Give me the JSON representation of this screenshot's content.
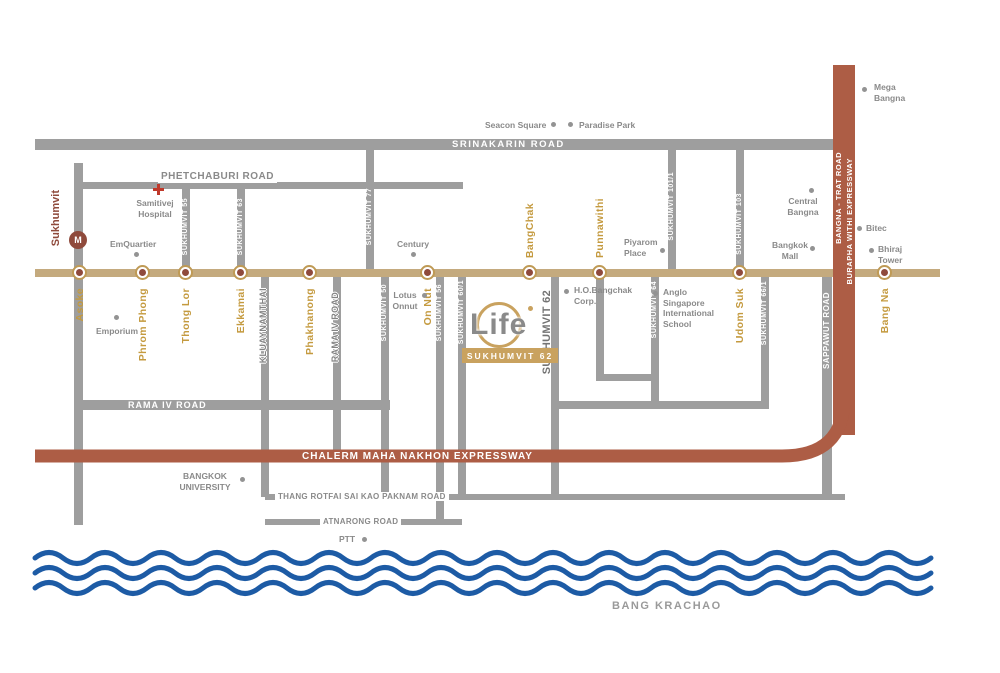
{
  "logo": {
    "name": "Life",
    "subtitle": "SUKHUMVIT 62"
  },
  "line": {
    "name": "Sukhumvit",
    "mrt_letter": "M",
    "stations": [
      "Asoke",
      "Phrom Phong",
      "Thong Lor",
      "Ekkamai",
      "Phakhanong",
      "On Nut",
      "BangChak",
      "Punnawithi",
      "Udom Suk",
      "Bang Na"
    ]
  },
  "roads": {
    "srinakarin": "SRINAKARIN ROAD",
    "phetchaburi": "PHETCHABURI ROAD",
    "sukhumvit_55": "SUKHUMVIT 55",
    "sukhumvit_63": "SUKHUMVIT 63",
    "sukhumvit_77": "SUKHUMVIT 77",
    "sukhumvit_101_1": "SUKHUMVIT 101/1",
    "sukhumvit_103": "SUKHUMVIT 103",
    "sukhumvit_50": "SUKHUMVIT 50",
    "sukhumvit_56": "SUKHUMVIT 56",
    "sukhumvit_60_1": "SUKHUMVIT 60/1",
    "sukhumvit_62": "SUKHUMVIT 62",
    "sukhumvit_64": "SUKHUMVIT 64",
    "sukhumvit_66_1": "SUKHUMVIT 66/1",
    "kluaynamthai": "KLUAYNAMTHAI",
    "rama_iv_vertical": "RAMA IV ROAD",
    "rama_iv": "RAMA IV ROAD",
    "sappawut": "SAPPAWUT ROAD",
    "bangna_trat": "BANGNA - TRAT ROAD",
    "burapha_withi": "BURAPHA WITHI EXPRESSWAY",
    "chalerm": "CHALERM MAHA NAKHON EXPRESSWAY",
    "thang_rotfai": "THANG ROTFAI SAI KAO PAKNAM ROAD",
    "atnarong": "ATNARONG ROAD"
  },
  "pois": {
    "mega_bangna": "Mega\nBangna",
    "seacon_square": "Seacon Square",
    "paradise_park": "Paradise Park",
    "samitivej": "Samitivej\nHospital",
    "emquartier": "EmQuartier",
    "emporium": "Emporium",
    "century": "Century",
    "lotus_onnut": "Lotus\nOnnut",
    "ho_bangchak": "H.O.Bangchak\nCorp.",
    "anglo_school": "Anglo\nSingapore\nInternational\nSchool",
    "piyarom": "Piyarom\nPlace",
    "central_bangna": "Central\nBangna",
    "bangkok_mall": "Bangkok\nMall",
    "bitec": "Bitec",
    "bhiraj_tower": "Bhiraj\nTower",
    "bangkok_university": "BANGKOK\nUNIVERSITY",
    "ptt": "PTT"
  },
  "labels": {
    "bang_krachao": "BANG KRACHAO"
  },
  "colors": {
    "bts_line": "#c4aa7e",
    "station_gold": "#c49a3f",
    "road_gray": "#9e9e9e",
    "expressway_brown": "#ad5d45",
    "river_blue": "#1d5ba5",
    "text_gray": "#8a8a8a",
    "mrt_brown": "#8f4a3c"
  }
}
